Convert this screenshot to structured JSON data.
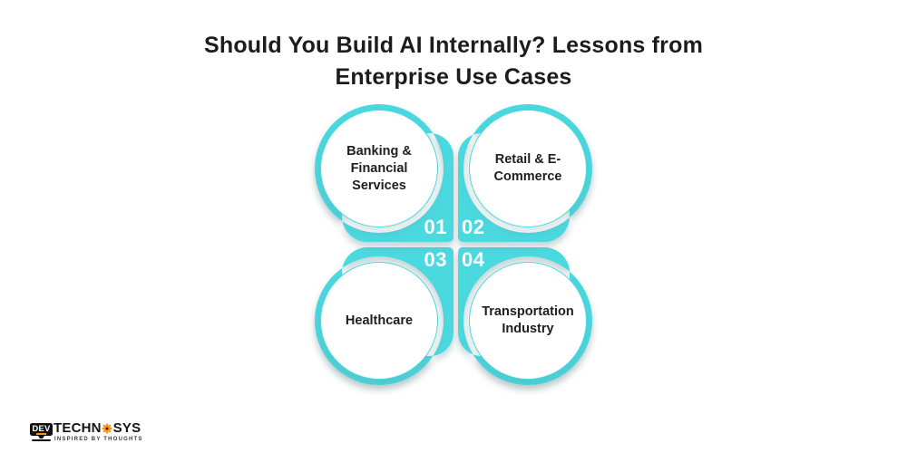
{
  "colors": {
    "teal": "#4cd9e0",
    "orange": "#f7941d",
    "title_text": "#1c1c1c",
    "number_text": "#ffffff"
  },
  "title": {
    "text": "Should You Build AI Internally? Lessons from\nEnterprise Use Cases"
  },
  "quadrants": [
    {
      "number": "01",
      "label": "Banking &\nFinancial\nServices"
    },
    {
      "number": "02",
      "label": "Retail & E-\nCommerce"
    },
    {
      "number": "03",
      "label": "Healthcare"
    },
    {
      "number": "04",
      "label": "Transportation\nIndustry"
    }
  ],
  "logo": {
    "dev": "DEV",
    "techn": "TECHN",
    "sys": "SYS",
    "tagline": "INSPIRED BY THOUGHTS"
  }
}
